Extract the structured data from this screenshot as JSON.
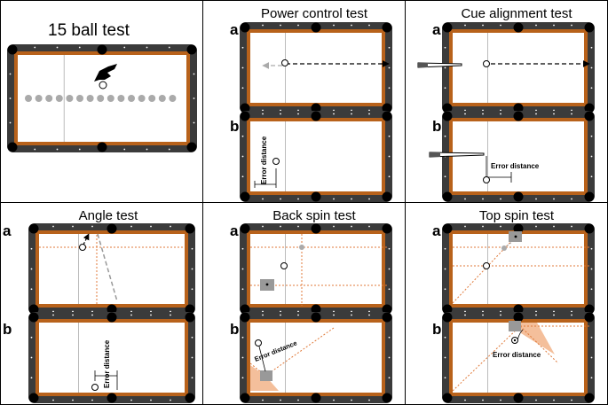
{
  "panels": {
    "ball15": {
      "title": "15 ball test"
    },
    "power": {
      "title": "Power control test",
      "label_a": "a",
      "label_b": "b",
      "error_label": "Error distance"
    },
    "cue": {
      "title": "Cue alignment test",
      "label_a": "a",
      "label_b": "b",
      "error_label": "Error distance"
    },
    "angle": {
      "title": "Angle test",
      "label_a": "a",
      "label_b": "b",
      "error_label": "Error distance"
    },
    "backspin": {
      "title": "Back spin test",
      "label_a": "a",
      "label_b": "b",
      "error_label": "Error distance"
    },
    "topspin": {
      "title": "Top spin test",
      "label_a": "a",
      "label_b": "b",
      "error_label": "Error distance"
    }
  },
  "colors": {
    "rail": "#3b3b3b",
    "cushion": "#b8621b",
    "felt": "#ffffff",
    "dashed_path": "#e07a3a",
    "ghost_ball": "#aaaaaa",
    "error_zone": "#f2b48a",
    "target_box": "#9a9a9a"
  },
  "icons": {
    "hand": "hand-icon"
  }
}
